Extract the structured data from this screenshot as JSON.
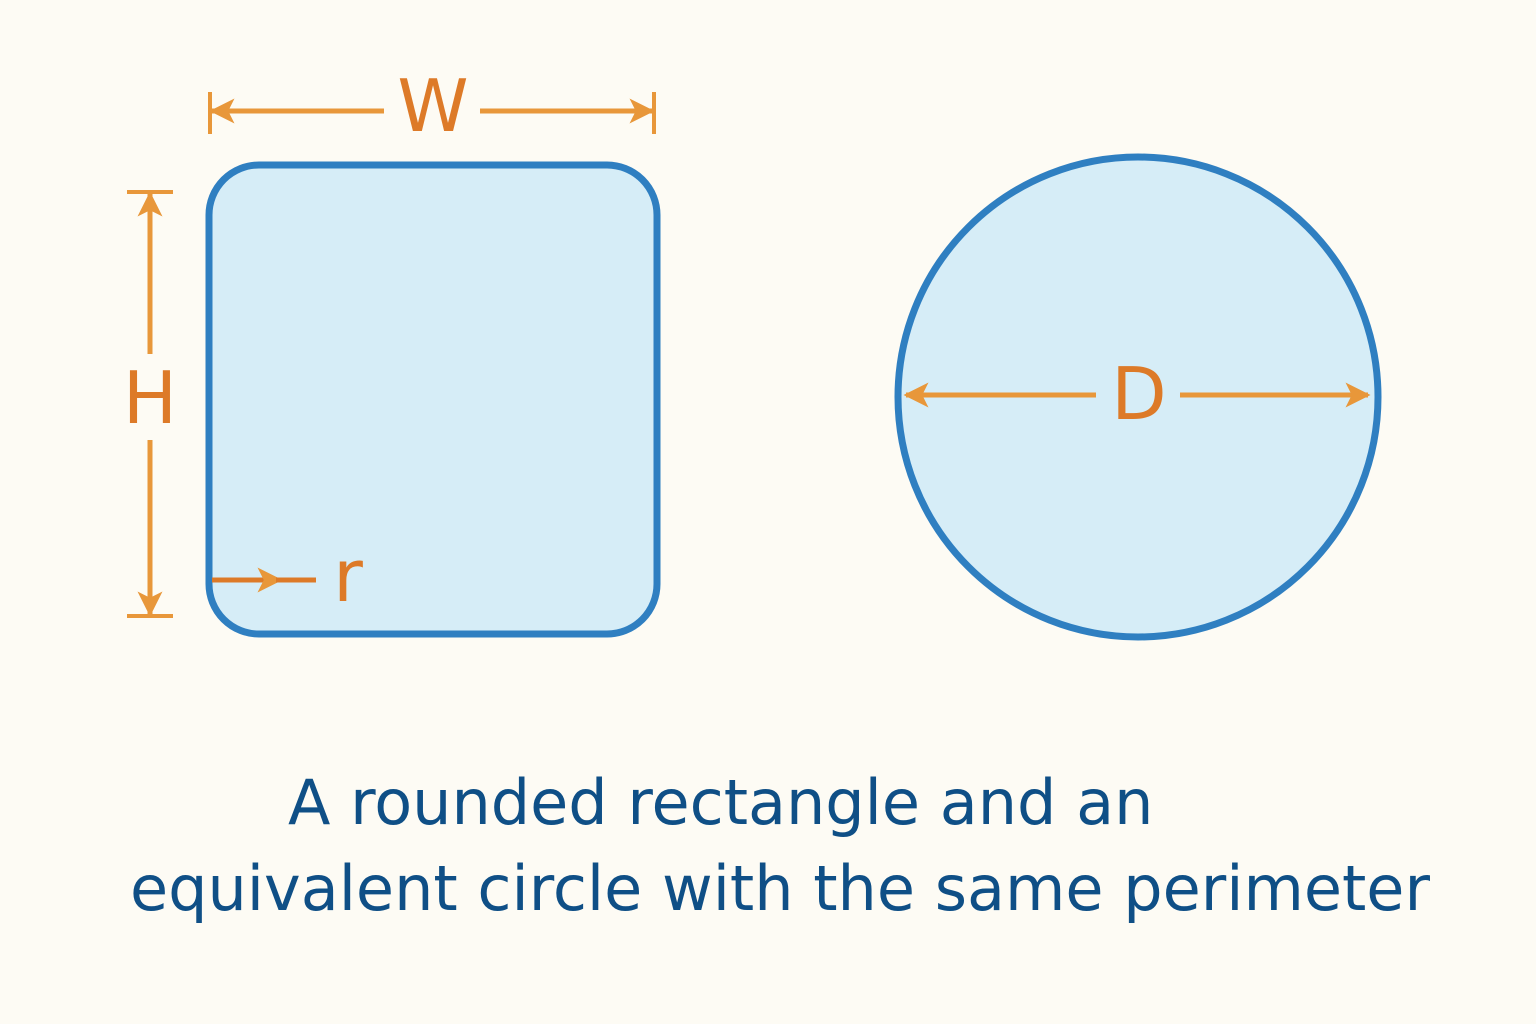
{
  "labels": {
    "width": "W",
    "height": "H",
    "radius": "r",
    "diameter": "D"
  },
  "caption": {
    "line1": "A rounded rectangle and an",
    "line2": "equivalent circle with the same perimeter"
  },
  "colors": {
    "background": "#fdfbf4",
    "shape_fill": "#d6edf7",
    "shape_stroke": "#2f7fc1",
    "dimension_line": "#e8973a",
    "dimension_label": "#dd7a28",
    "caption_text": "#0f4f86"
  }
}
